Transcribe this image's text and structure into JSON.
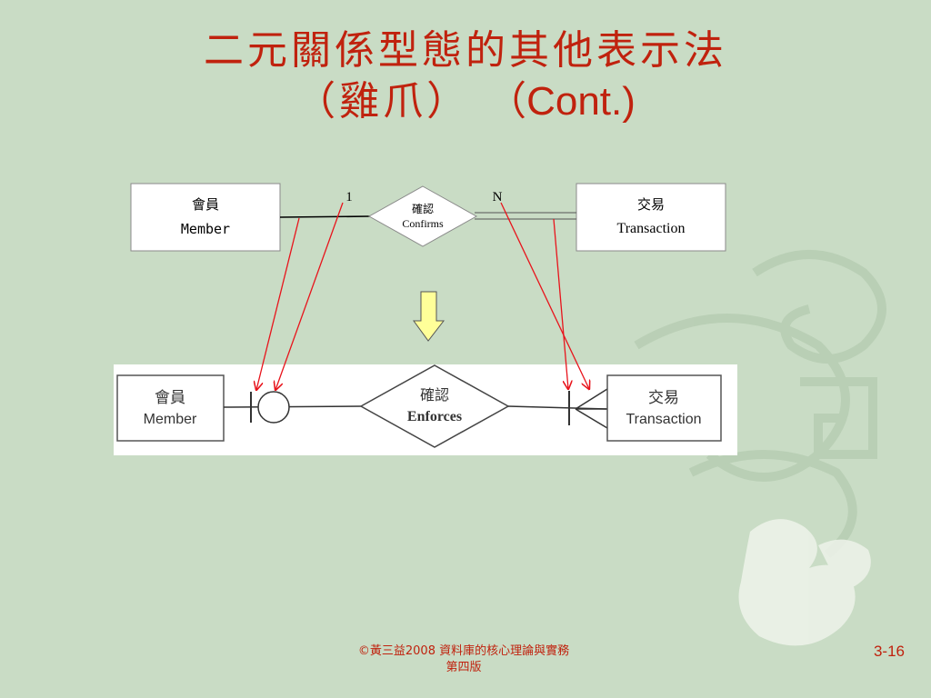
{
  "slide": {
    "title_line1": "二元關係型態的其他表示法",
    "title_line2_main": "（雞爪）",
    "title_line2_cont": "（Cont.)",
    "footer_line1": "©黃三益2008 資料庫的核心理論與實務",
    "footer_line2": "第四版",
    "page_number": "3-16"
  },
  "top_diagram": {
    "entity_left_zh": "會員",
    "entity_left_en": "Member",
    "relationship_zh": "確認",
    "relationship_en": "Confirms",
    "entity_right_zh": "交易",
    "entity_right_en": "Transaction",
    "cardinality_left": "1",
    "cardinality_right": "N"
  },
  "bottom_diagram": {
    "entity_left_zh": "會員",
    "entity_left_en": "Member",
    "relationship_zh": "確認",
    "relationship_en": "Enforces",
    "entity_right_zh": "交易",
    "entity_right_en": "Transaction"
  },
  "colors": {
    "background": "#c9dcc5",
    "title": "#c0220e",
    "arrow": "#e8131b",
    "down_arrow_fill": "#ffff99"
  }
}
